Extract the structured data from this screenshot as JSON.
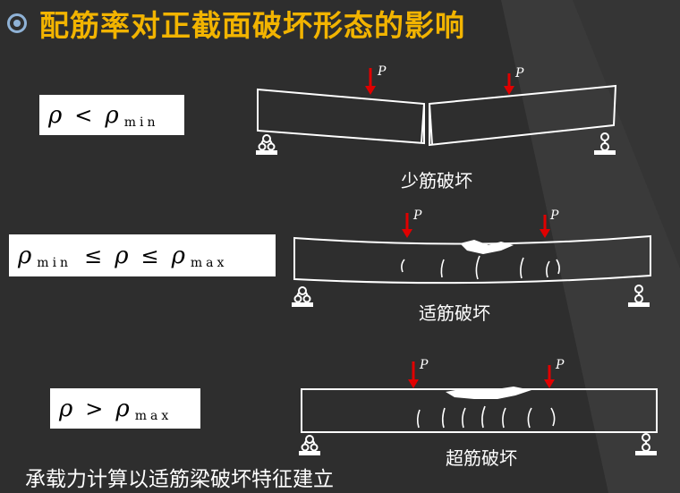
{
  "slide": {
    "title": "配筋率对正截面破坏形态的影响",
    "accent_color": "#f2b400",
    "bullet_icon": "circle-bullet-icon",
    "footer": "承载力计算以适筋梁破坏特征建立"
  },
  "cases": [
    {
      "formula": {
        "left": "ρ",
        "op": "<",
        "right": "ρ",
        "right_sub": "min"
      },
      "load_label": "P",
      "failure_label": "少筋破坏"
    },
    {
      "formula": {
        "left": "ρ",
        "left_sub": "min",
        "op1": "≤",
        "middle": "ρ",
        "op2": "≤",
        "right": "ρ",
        "right_sub": "max"
      },
      "load_label": "P",
      "failure_label": "适筋破坏"
    },
    {
      "formula": {
        "left": "ρ",
        "op": ">",
        "right": "ρ",
        "right_sub": "max"
      },
      "load_label": "P",
      "failure_label": "超筋破坏"
    }
  ]
}
